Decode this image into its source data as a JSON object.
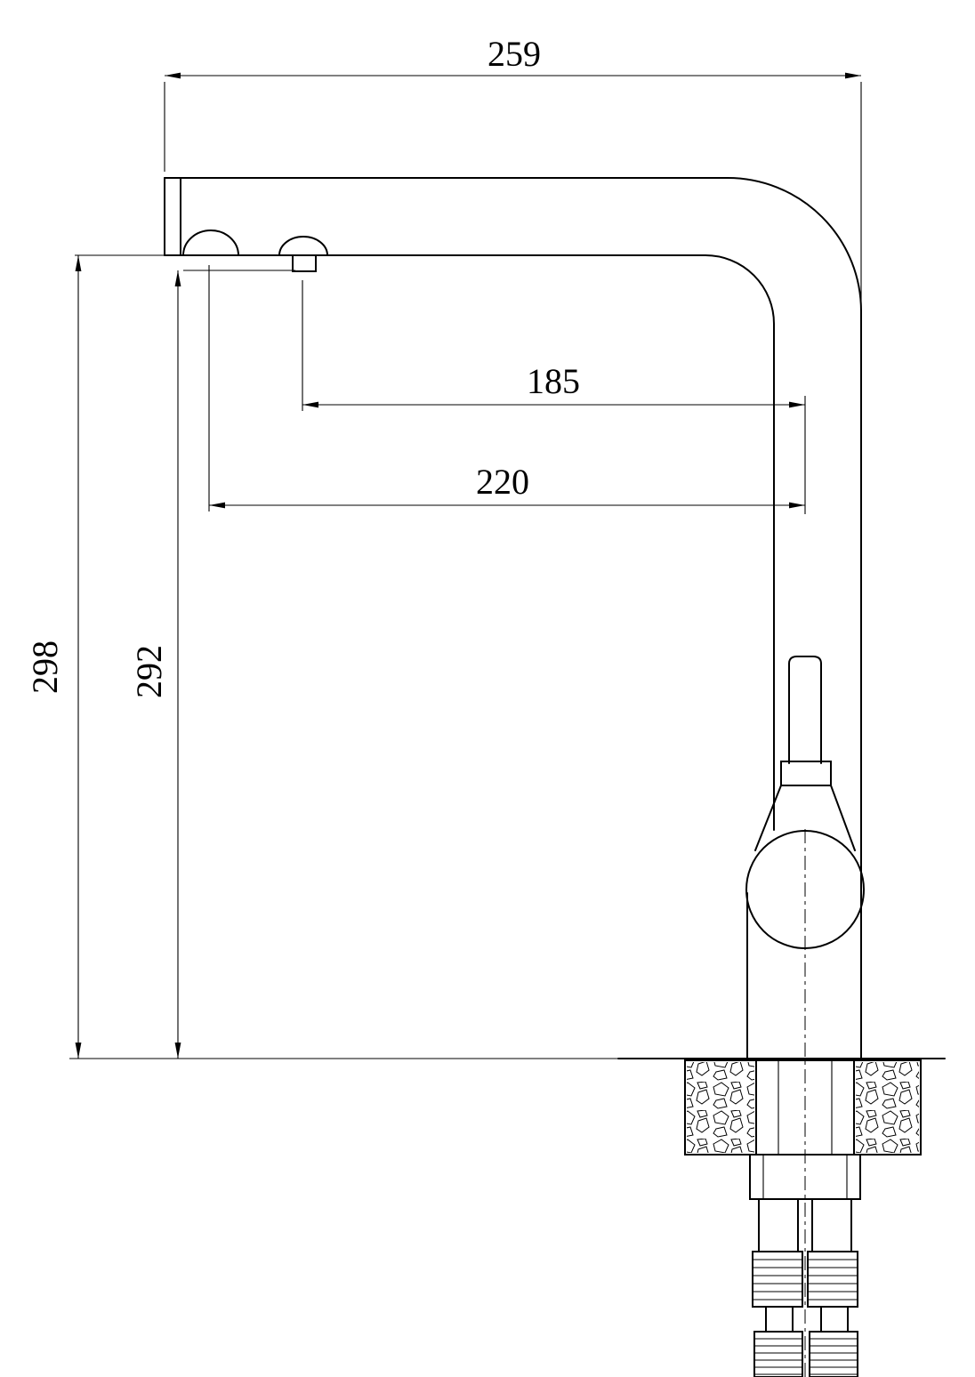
{
  "drawing": {
    "background": "#ffffff",
    "line_color": "#000000",
    "dimensions": {
      "overall_reach": "259",
      "inner_reach": "185",
      "outer_reach": "220",
      "overall_height": "298",
      "spout_height": "292"
    }
  }
}
